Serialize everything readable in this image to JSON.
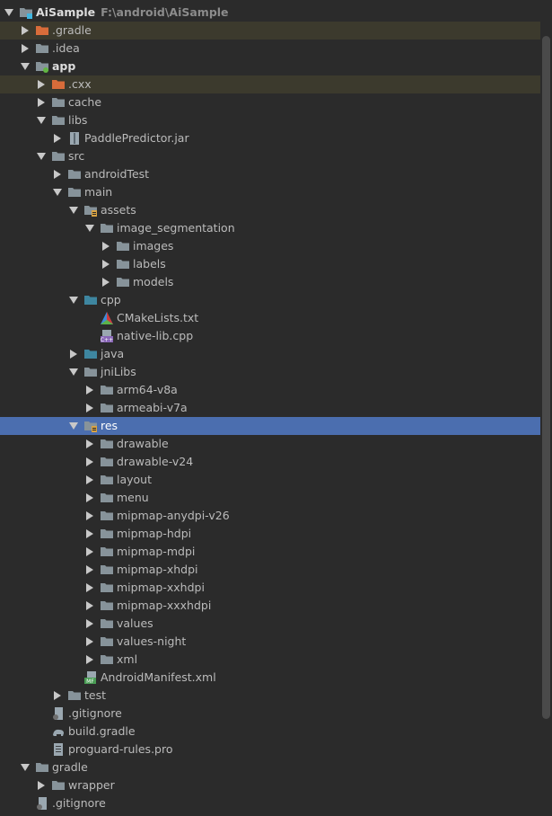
{
  "colors": {
    "folder_default": "#87939a",
    "folder_excluded": "#d86c3a",
    "folder_source": "#3e86a0",
    "selection": "#4b6eaf"
  },
  "tree": [
    {
      "label": "AiSample",
      "hint": "F:\\android\\AiSample",
      "depth": 0,
      "expanded": true,
      "bold": true,
      "icon": "project-folder-icon",
      "folder": "default"
    },
    {
      "label": ".gradle",
      "depth": 1,
      "expanded": false,
      "icon": "folder-icon",
      "folder": "excluded",
      "highlight": "orange"
    },
    {
      "label": ".idea",
      "depth": 1,
      "expanded": false,
      "icon": "folder-icon",
      "folder": "default"
    },
    {
      "label": "app",
      "depth": 1,
      "expanded": true,
      "bold": true,
      "icon": "module-folder-icon",
      "folder": "default"
    },
    {
      "label": ".cxx",
      "depth": 2,
      "expanded": false,
      "icon": "folder-icon",
      "folder": "excluded",
      "highlight": "orange"
    },
    {
      "label": "cache",
      "depth": 2,
      "expanded": false,
      "icon": "folder-icon",
      "folder": "default"
    },
    {
      "label": "libs",
      "depth": 2,
      "expanded": true,
      "icon": "folder-icon",
      "folder": "default"
    },
    {
      "label": "PaddlePredictor.jar",
      "depth": 3,
      "expanded": false,
      "icon": "jar-file-icon"
    },
    {
      "label": "src",
      "depth": 2,
      "expanded": true,
      "icon": "folder-icon",
      "folder": "default"
    },
    {
      "label": "androidTest",
      "depth": 3,
      "expanded": false,
      "icon": "folder-icon",
      "folder": "default"
    },
    {
      "label": "main",
      "depth": 3,
      "expanded": true,
      "icon": "folder-icon",
      "folder": "default"
    },
    {
      "label": "assets",
      "depth": 4,
      "expanded": true,
      "icon": "resources-folder-icon",
      "folder": "default"
    },
    {
      "label": "image_segmentation",
      "depth": 5,
      "expanded": true,
      "icon": "folder-icon",
      "folder": "default"
    },
    {
      "label": "images",
      "depth": 6,
      "expanded": false,
      "icon": "folder-icon",
      "folder": "default"
    },
    {
      "label": "labels",
      "depth": 6,
      "expanded": false,
      "icon": "folder-icon",
      "folder": "default"
    },
    {
      "label": "models",
      "depth": 6,
      "expanded": false,
      "icon": "folder-icon",
      "folder": "default"
    },
    {
      "label": "cpp",
      "depth": 4,
      "expanded": true,
      "icon": "folder-icon",
      "folder": "source"
    },
    {
      "label": "CMakeLists.txt",
      "depth": 5,
      "leaf": true,
      "icon": "cmake-file-icon"
    },
    {
      "label": "native-lib.cpp",
      "depth": 5,
      "leaf": true,
      "icon": "cpp-file-icon"
    },
    {
      "label": "java",
      "depth": 4,
      "expanded": false,
      "icon": "folder-icon",
      "folder": "source"
    },
    {
      "label": "jniLibs",
      "depth": 4,
      "expanded": true,
      "icon": "folder-icon",
      "folder": "default"
    },
    {
      "label": "arm64-v8a",
      "depth": 5,
      "expanded": false,
      "icon": "folder-icon",
      "folder": "default"
    },
    {
      "label": "armeabi-v7a",
      "depth": 5,
      "expanded": false,
      "icon": "folder-icon",
      "folder": "default"
    },
    {
      "label": "res",
      "depth": 4,
      "expanded": true,
      "icon": "resources-folder-icon",
      "folder": "default",
      "selected": true
    },
    {
      "label": "drawable",
      "depth": 5,
      "expanded": false,
      "icon": "folder-icon",
      "folder": "default"
    },
    {
      "label": "drawable-v24",
      "depth": 5,
      "expanded": false,
      "icon": "folder-icon",
      "folder": "default"
    },
    {
      "label": "layout",
      "depth": 5,
      "expanded": false,
      "icon": "folder-icon",
      "folder": "default"
    },
    {
      "label": "menu",
      "depth": 5,
      "expanded": false,
      "icon": "folder-icon",
      "folder": "default"
    },
    {
      "label": "mipmap-anydpi-v26",
      "depth": 5,
      "expanded": false,
      "icon": "folder-icon",
      "folder": "default"
    },
    {
      "label": "mipmap-hdpi",
      "depth": 5,
      "expanded": false,
      "icon": "folder-icon",
      "folder": "default"
    },
    {
      "label": "mipmap-mdpi",
      "depth": 5,
      "expanded": false,
      "icon": "folder-icon",
      "folder": "default"
    },
    {
      "label": "mipmap-xhdpi",
      "depth": 5,
      "expanded": false,
      "icon": "folder-icon",
      "folder": "default"
    },
    {
      "label": "mipmap-xxhdpi",
      "depth": 5,
      "expanded": false,
      "icon": "folder-icon",
      "folder": "default"
    },
    {
      "label": "mipmap-xxxhdpi",
      "depth": 5,
      "expanded": false,
      "icon": "folder-icon",
      "folder": "default"
    },
    {
      "label": "values",
      "depth": 5,
      "expanded": false,
      "icon": "folder-icon",
      "folder": "default"
    },
    {
      "label": "values-night",
      "depth": 5,
      "expanded": false,
      "icon": "folder-icon",
      "folder": "default"
    },
    {
      "label": "xml",
      "depth": 5,
      "expanded": false,
      "icon": "folder-icon",
      "folder": "default"
    },
    {
      "label": "AndroidManifest.xml",
      "depth": 4,
      "leaf": true,
      "icon": "manifest-file-icon"
    },
    {
      "label": "test",
      "depth": 3,
      "expanded": false,
      "icon": "folder-icon",
      "folder": "default"
    },
    {
      "label": ".gitignore",
      "depth": 2,
      "leaf": true,
      "icon": "gitignore-file-icon"
    },
    {
      "label": "build.gradle",
      "depth": 2,
      "leaf": true,
      "icon": "gradle-file-icon"
    },
    {
      "label": "proguard-rules.pro",
      "depth": 2,
      "leaf": true,
      "icon": "text-file-icon"
    },
    {
      "label": "gradle",
      "depth": 1,
      "expanded": true,
      "icon": "folder-icon",
      "folder": "default"
    },
    {
      "label": "wrapper",
      "depth": 2,
      "expanded": false,
      "icon": "folder-icon",
      "folder": "default"
    },
    {
      "label": ".gitignore",
      "depth": 1,
      "leaf": true,
      "icon": "gitignore-file-icon"
    }
  ]
}
